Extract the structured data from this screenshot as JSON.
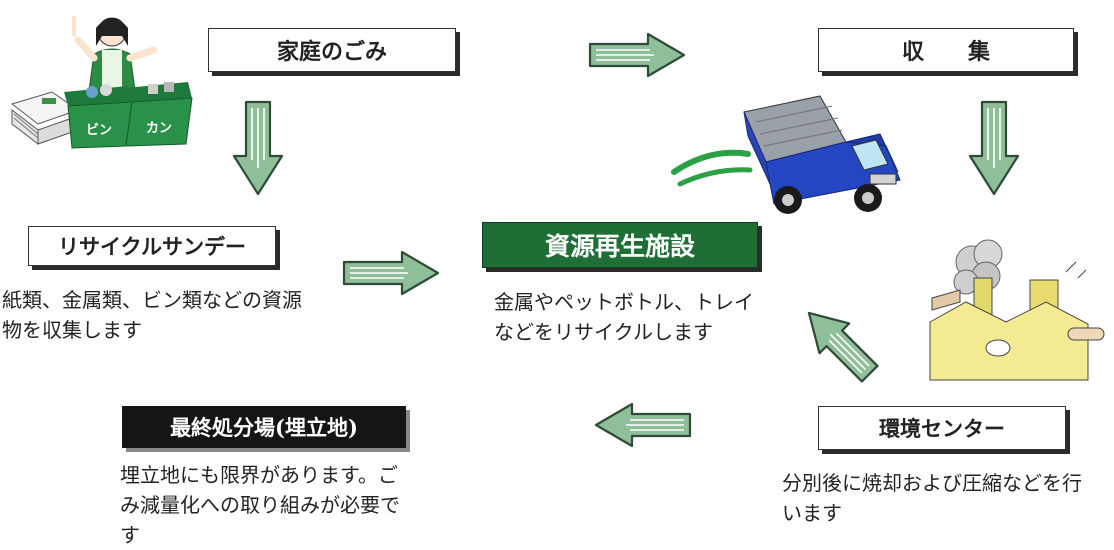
{
  "nodes": {
    "household": "家庭のごみ",
    "collection": "収　　集",
    "recycle_sunday": "リサイクルサンデー",
    "resource_facility": "資源再生施設",
    "env_center": "環境センター",
    "landfill": "最終処分場(埋立地)"
  },
  "descriptions": {
    "recycle_sunday": "紙類、金属類、ビン類などの資源物を収集します",
    "resource_facility": "金属やペットボトル、トレイなどをリサイクルします",
    "env_center": "分別後に焼却および圧縮などを行います",
    "landfill": "埋立地にも限界があります。ごみ減量化への取り組みが必要です"
  },
  "illustration_labels": {
    "bin_1": "ビン",
    "bin_2": "カン"
  },
  "colors": {
    "arrow_fill": "#8fbf98",
    "arrow_outline": "#2f4a36",
    "facility_green": "#1f6e36",
    "truck_blue": "#1f3fb8"
  }
}
